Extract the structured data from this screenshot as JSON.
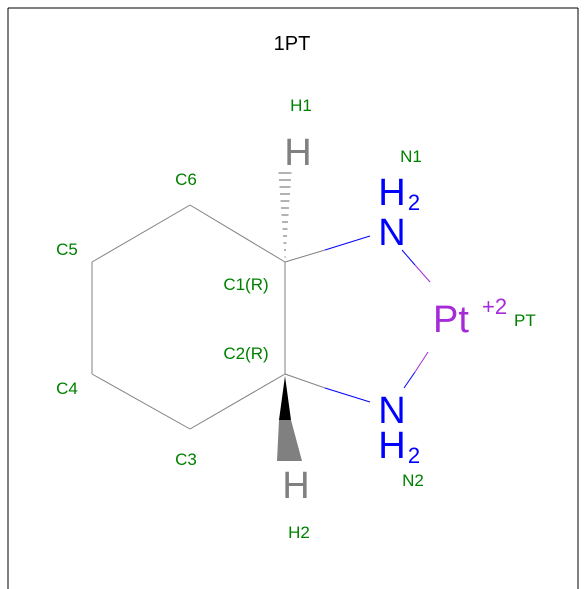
{
  "title": "1PT",
  "colors": {
    "bond": "#808080",
    "nitrogen": "#0000ff",
    "platinum": "#a52bd8",
    "atom_label": "#008000",
    "hydrogen": "#808080",
    "title": "#000000",
    "frame": "#000000"
  },
  "atoms": {
    "h1": {
      "symbol": "H",
      "label": "H1"
    },
    "h2": {
      "symbol": "H",
      "label": "H2"
    },
    "n1": {
      "symbol": "N",
      "sub_symbol": "H",
      "sub_count": "2",
      "label": "N1"
    },
    "n2": {
      "symbol": "N",
      "sub_symbol": "H",
      "sub_count": "2",
      "label": "N2"
    },
    "pt": {
      "symbol": "Pt",
      "charge": "+2",
      "label": "PT"
    },
    "c1": {
      "label": "C1(R)"
    },
    "c2": {
      "label": "C2(R)"
    },
    "c3": {
      "label": "C3"
    },
    "c4": {
      "label": "C4"
    },
    "c5": {
      "label": "C5"
    },
    "c6": {
      "label": "C6"
    }
  }
}
